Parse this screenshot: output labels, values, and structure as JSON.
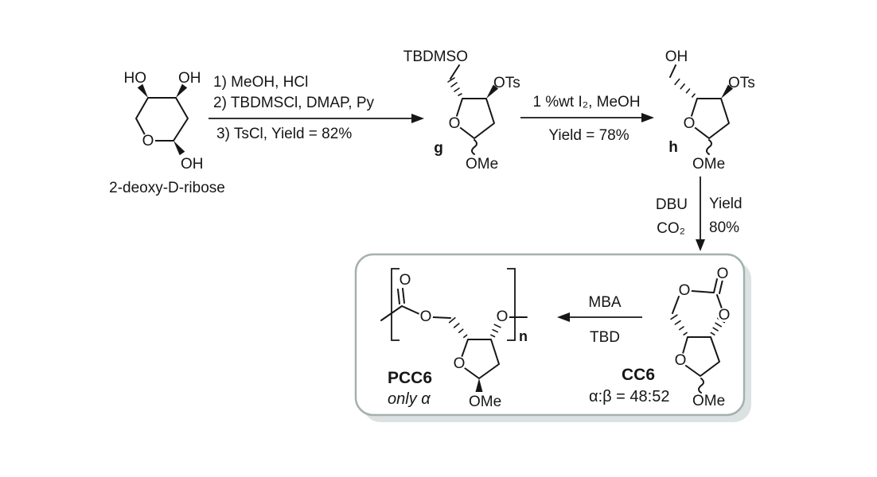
{
  "figure": {
    "background": "#ffffff",
    "ink_color": "#161616",
    "box_border_color": "#a4b1af",
    "box_shadow_color": "#dce2e1"
  },
  "start_material": {
    "ho": "HO",
    "oh_top": "OH",
    "ring_o": "O",
    "oh_bottom": "OH",
    "caption": "2-deoxy-D-ribose"
  },
  "step1": {
    "line1": "1) MeOH, HCl",
    "line2": "2) TBDMSCl, DMAP, Py",
    "line3": "3) TsCl, Yield = 82%"
  },
  "compound_g": {
    "substituent": "TBDMSO",
    "tosylate": "OTs",
    "ring_o": "O",
    "label": "g",
    "anomeric": "OMe"
  },
  "step2": {
    "above": "1 %wt I₂, MeOH",
    "below": "Yield = 78%"
  },
  "compound_h": {
    "substituent": "OH",
    "tosylate": "OTs",
    "ring_o": "O",
    "label": "h",
    "anomeric": "OMe"
  },
  "step3": {
    "reagent_line1": "DBU",
    "reagent_line2": "CO₂",
    "yield_line1": "Yield",
    "yield_line2": "80%"
  },
  "step4": {
    "above": "MBA",
    "below": "TBD"
  },
  "compound_cc6": {
    "label": "CC6",
    "ratio": "α:β = 48:52",
    "carbonyl_o": "O",
    "left_o": "O",
    "right_o": "O",
    "ring_o": "O",
    "anomeric": "OMe"
  },
  "compound_pcc6": {
    "label": "PCC6",
    "note": "only α",
    "carbonyl_o": "O",
    "ester_o": "O",
    "link_o": "O",
    "ring_o": "O",
    "anomeric": "OMe",
    "repeat_subscript": "n"
  }
}
